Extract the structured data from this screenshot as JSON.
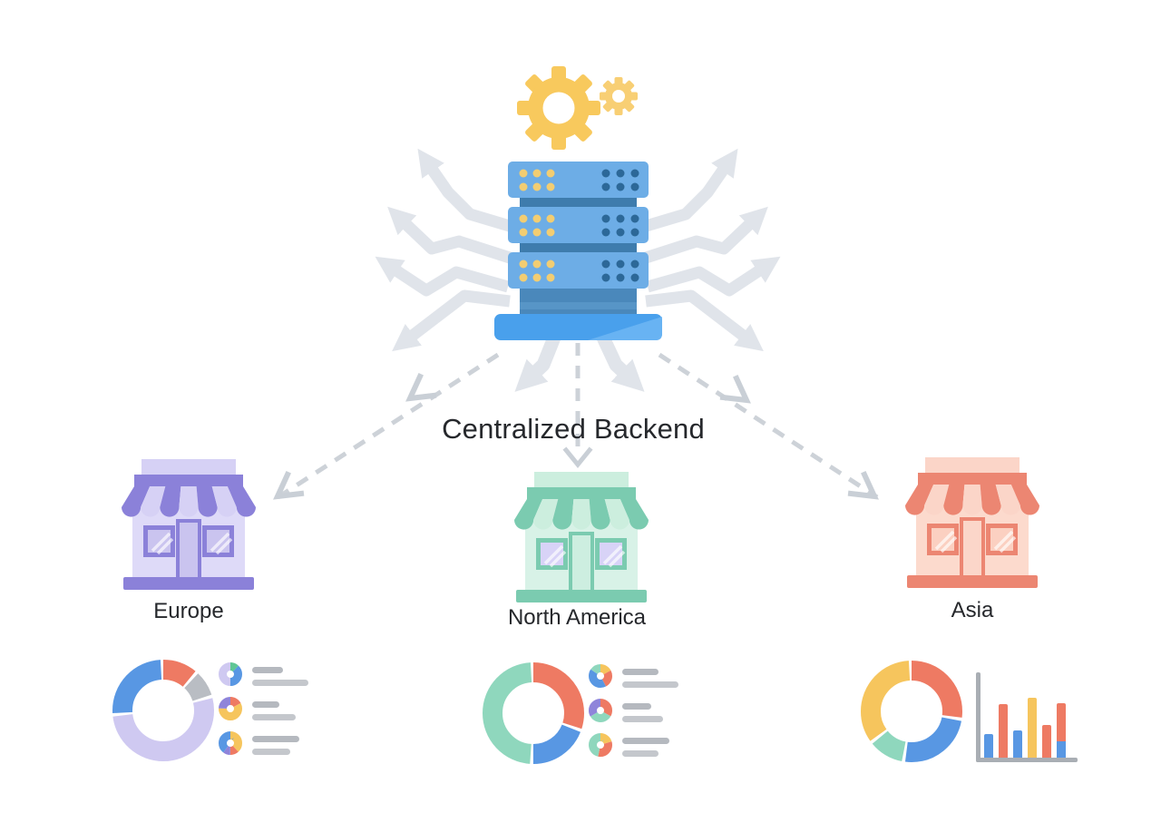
{
  "diagram": {
    "title": "Centralized Backend"
  },
  "icons": {
    "gears": "gears-icon",
    "server": "server-stack-icon",
    "fan_arrows": "broadcast-arrows-icon",
    "dashed_connectors": "dashed-arrow-connector-icon",
    "storefront": "storefront-icon"
  },
  "colors": {
    "blue": "#5897e3",
    "coral": "#ee7a63",
    "yellow": "#f6c55d",
    "mint": "#8fd7bd",
    "lavender": "#cfc9f1",
    "purple": "#8f84da",
    "teal": "#5fc695",
    "gray_segment": "#b9bdc3",
    "server_blue": "#6dade6",
    "server_base": "#49a0ec",
    "gear_yellow": "#f8c95d",
    "arrow_gray": "#e0e4ea",
    "dash_gray": "#cdd2d8",
    "placeholder_gray": "#b5b9bf",
    "text": "#26282c"
  },
  "regions": [
    {
      "name": "Europe",
      "palette": {
        "dark": "#8b81d9",
        "light": "#d6d1f5",
        "body": "#dedaf8",
        "glass": "#cac4ef",
        "door": "#cac4ef"
      }
    },
    {
      "name": "North America",
      "palette": {
        "dark": "#7bcbb0",
        "light": "#cceede",
        "body": "#d8f2e7",
        "glass": "#d8d3f7",
        "door": "#cdeee0"
      }
    },
    {
      "name": "Asia",
      "palette": {
        "dark": "#ec8672",
        "light": "#fbd5c8",
        "body": "#fcdacd",
        "glass": "#fbd0c1",
        "door": "#fbd6c9"
      }
    }
  ],
  "chart_data": [
    {
      "id": "europe-donut",
      "type": "donut",
      "region": "Europe",
      "title": "",
      "segments": [
        {
          "label": "coral",
          "value": 12,
          "color": "#ee7a63"
        },
        {
          "label": "gray",
          "value": 9,
          "color": "#b9bdc3"
        },
        {
          "label": "lavender",
          "value": 53,
          "color": "#cfc9f1"
        },
        {
          "label": "blue",
          "value": 26,
          "color": "#5897e3"
        }
      ]
    },
    {
      "id": "europe-legend",
      "type": "donut-list",
      "region": "Europe",
      "items": [
        {
          "segments": [
            {
              "label": "teal",
              "value": 12,
              "color": "#5fc695"
            },
            {
              "label": "blue",
              "value": 38,
              "color": "#5897e3"
            },
            {
              "label": "lavender",
              "value": 50,
              "color": "#cfc9f1"
            }
          ],
          "placeholder_lines": [
            34,
            62
          ]
        },
        {
          "segments": [
            {
              "label": "coral",
              "value": 17,
              "color": "#ee7a63"
            },
            {
              "label": "yellow",
              "value": 58,
              "color": "#f6c55d"
            },
            {
              "label": "purple",
              "value": 25,
              "color": "#8f84da"
            }
          ],
          "placeholder_lines": [
            30,
            48
          ]
        },
        {
          "segments": [
            {
              "label": "yellow",
              "value": 38,
              "color": "#f6c55d"
            },
            {
              "label": "coral",
              "value": 12,
              "color": "#ee7a63"
            },
            {
              "label": "purple",
              "value": 10,
              "color": "#8f84da"
            },
            {
              "label": "blue",
              "value": 40,
              "color": "#5897e3"
            }
          ],
          "placeholder_lines": [
            52,
            42
          ]
        }
      ]
    },
    {
      "id": "na-donut",
      "type": "donut",
      "region": "North America",
      "title": "",
      "segments": [
        {
          "label": "coral",
          "value": 31,
          "color": "#ee7a63"
        },
        {
          "label": "blue",
          "value": 20,
          "color": "#5897e3"
        },
        {
          "label": "mint",
          "value": 49,
          "color": "#8fd7bd"
        }
      ]
    },
    {
      "id": "na-legend",
      "type": "donut-list",
      "region": "North America",
      "items": [
        {
          "segments": [
            {
              "label": "yellow",
              "value": 17,
              "color": "#f6c55d"
            },
            {
              "label": "coral",
              "value": 25,
              "color": "#ee7a63"
            },
            {
              "label": "blue",
              "value": 42,
              "color": "#5897e3"
            },
            {
              "label": "mint",
              "value": 16,
              "color": "#8fd7bd"
            }
          ],
          "placeholder_lines": [
            40,
            62
          ]
        },
        {
          "segments": [
            {
              "label": "coral",
              "value": 33,
              "color": "#ee7a63"
            },
            {
              "label": "mint",
              "value": 33,
              "color": "#8fd7bd"
            },
            {
              "label": "purple",
              "value": 34,
              "color": "#8f84da"
            }
          ],
          "placeholder_lines": [
            32,
            45
          ]
        },
        {
          "segments": [
            {
              "label": "yellow",
              "value": 20,
              "color": "#f6c55d"
            },
            {
              "label": "coral",
              "value": 33,
              "color": "#ee7a63"
            },
            {
              "label": "mint",
              "value": 47,
              "color": "#8fd7bd"
            }
          ],
          "placeholder_lines": [
            52,
            40
          ]
        }
      ]
    },
    {
      "id": "asia-donut",
      "type": "donut",
      "region": "Asia",
      "title": "",
      "segments": [
        {
          "label": "coral",
          "value": 28,
          "color": "#ee7a63"
        },
        {
          "label": "blue",
          "value": 25,
          "color": "#5897e3"
        },
        {
          "label": "mint",
          "value": 12,
          "color": "#8fd7bd"
        },
        {
          "label": "yellow",
          "value": 35,
          "color": "#f6c55d"
        }
      ]
    },
    {
      "id": "asia-bars",
      "type": "bar",
      "region": "Asia",
      "title": "",
      "ymax": 70,
      "grid": false,
      "bars": [
        {
          "segments": [
            {
              "color": "#5897e3",
              "value": 26
            }
          ]
        },
        {
          "segments": [
            {
              "color": "#ee7a63",
              "value": 59
            }
          ]
        },
        {
          "segments": [
            {
              "color": "#5897e3",
              "value": 30
            }
          ]
        },
        {
          "segments": [
            {
              "color": "#f6c55d",
              "value": 66
            }
          ]
        },
        {
          "segments": [
            {
              "color": "#ee7a63",
              "value": 36
            }
          ]
        },
        {
          "segments": [
            {
              "color": "#5897e3",
              "value": 18
            },
            {
              "color": "#ee7a63",
              "value": 42
            }
          ]
        }
      ]
    }
  ]
}
